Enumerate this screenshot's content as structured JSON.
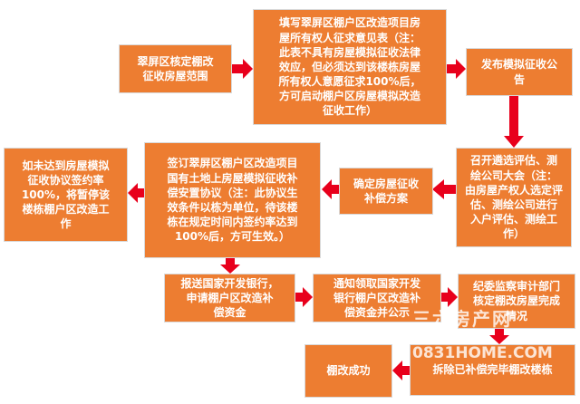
{
  "boxes": {
    "range": "翠屏区核定棚改\n征收房屋范围",
    "form": "填写翠屏区棚户区改造项目房\n屋所有权人征求意见表（注：\n此表不具有房屋模拟征收法律\n效应，但必须达到该楼栋房屋\n所有权人意愿征求100%后，\n方可启动棚户区房屋模拟改造\n征收工作）",
    "publish": "发布模拟征收公\n告",
    "meeting": "召开遴选评估、测\n绘公司大会（注：\n由房屋产权人选定评\n估、测绘公司进行\n入户评估、测绘工\n作）",
    "plan": "确定房屋征收\n补偿方案",
    "agreement": "签订翠屏区棚户区改造项目\n国有土地上房屋模拟征收补\n偿安置协议（注：此协议生\n效条件以栋为单位，待该楼\n栋在规定时间内签约率达到\n100%后，方可生效。）",
    "fail": "如未达到房屋模拟\n征收协议签约率\n100%，将暂停该\n楼栋棚户区改造工\n作",
    "bank": "报送国家开发银行，\n申请棚户区改造补\n偿资金",
    "notify": "通知领取国家开发\n银行棚户区改造补\n偿资金并公示",
    "audit": "纪委监察审计部门\n核定棚改房屋完成\n情况",
    "demolish": "拆除已补偿完毕棚改楼栋",
    "success": "棚改成功"
  },
  "watermark": {
    "line1": "三六房产网",
    "line2": "0831HOME.COM"
  },
  "colors": {
    "box_fill": "#ED7D31",
    "arrow": "#E8001C",
    "text": "#FFFFFF"
  }
}
